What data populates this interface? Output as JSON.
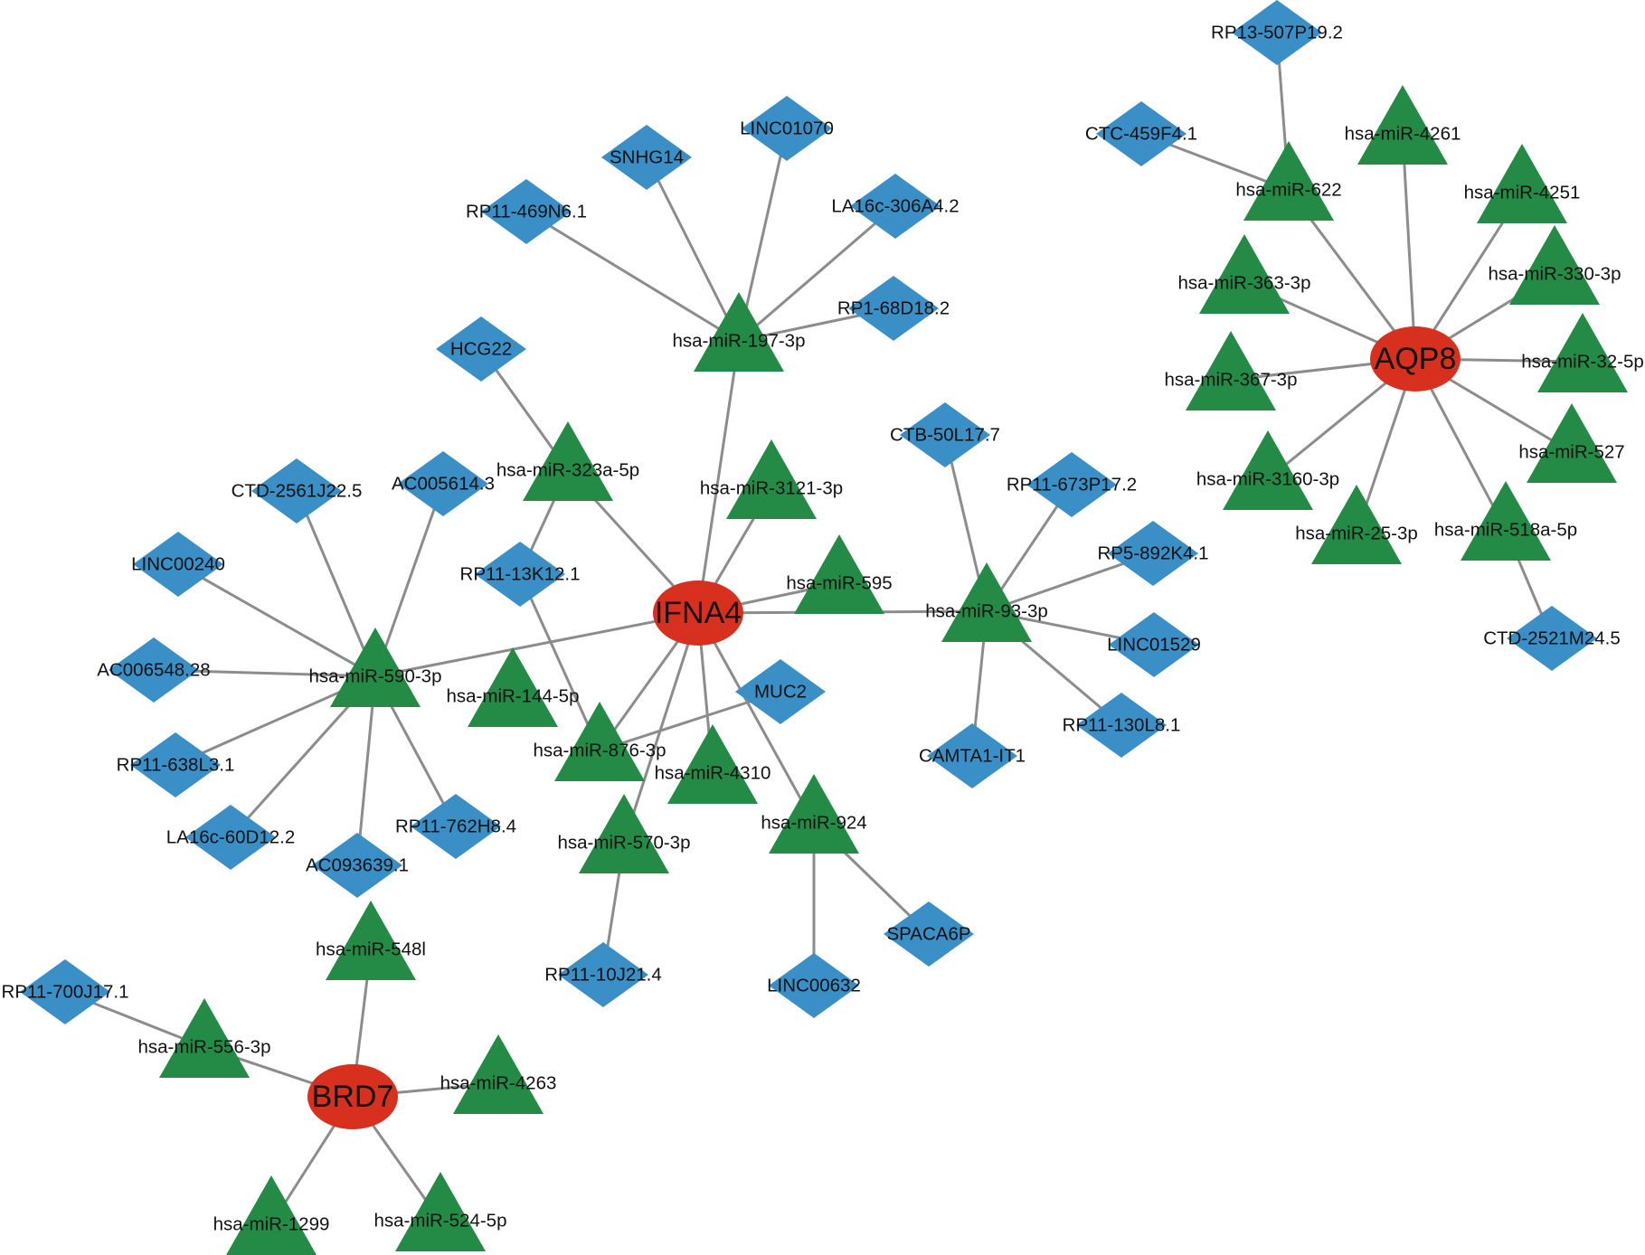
{
  "colors": {
    "mrna": "#d7301f",
    "mirna": "#238b45",
    "lncrna": "#3a8fc7",
    "edge": "#8c8c8c"
  },
  "nodes": [
    {
      "id": "IFNA4",
      "label": "IFNA4",
      "kind": "mrna"
    },
    {
      "id": "AQP8",
      "label": "AQP8",
      "kind": "mrna"
    },
    {
      "id": "BRD7",
      "label": "BRD7",
      "kind": "mrna"
    },
    {
      "id": "m197",
      "label": "hsa-miR-197-3p",
      "kind": "mirna"
    },
    {
      "id": "m323a",
      "label": "hsa-miR-323a-5p",
      "kind": "mirna"
    },
    {
      "id": "m3121",
      "label": "hsa-miR-3121-3p",
      "kind": "mirna"
    },
    {
      "id": "m595",
      "label": "hsa-miR-595",
      "kind": "mirna"
    },
    {
      "id": "m93",
      "label": "hsa-miR-93-3p",
      "kind": "mirna"
    },
    {
      "id": "m590",
      "label": "hsa-miR-590-3p",
      "kind": "mirna"
    },
    {
      "id": "m144",
      "label": "hsa-miR-144-5p",
      "kind": "mirna"
    },
    {
      "id": "m876",
      "label": "hsa-miR-876-3p",
      "kind": "mirna"
    },
    {
      "id": "m4310",
      "label": "hsa-miR-4310",
      "kind": "mirna"
    },
    {
      "id": "m570",
      "label": "hsa-miR-570-3p",
      "kind": "mirna"
    },
    {
      "id": "m924",
      "label": "hsa-miR-924",
      "kind": "mirna"
    },
    {
      "id": "m622",
      "label": "hsa-miR-622",
      "kind": "mirna"
    },
    {
      "id": "m4261",
      "label": "hsa-miR-4261",
      "kind": "mirna"
    },
    {
      "id": "m4251",
      "label": "hsa-miR-4251",
      "kind": "mirna"
    },
    {
      "id": "m363",
      "label": "hsa-miR-363-3p",
      "kind": "mirna"
    },
    {
      "id": "m330",
      "label": "hsa-miR-330-3p",
      "kind": "mirna"
    },
    {
      "id": "m367",
      "label": "hsa-miR-367-3p",
      "kind": "mirna"
    },
    {
      "id": "m32",
      "label": "hsa-miR-32-5p",
      "kind": "mirna"
    },
    {
      "id": "m527",
      "label": "hsa-miR-527",
      "kind": "mirna"
    },
    {
      "id": "m3160",
      "label": "hsa-miR-3160-3p",
      "kind": "mirna"
    },
    {
      "id": "m25",
      "label": "hsa-miR-25-3p",
      "kind": "mirna"
    },
    {
      "id": "m518a",
      "label": "hsa-miR-518a-5p",
      "kind": "mirna"
    },
    {
      "id": "m548l",
      "label": "hsa-miR-548l",
      "kind": "mirna"
    },
    {
      "id": "m556",
      "label": "hsa-miR-556-3p",
      "kind": "mirna"
    },
    {
      "id": "m4263",
      "label": "hsa-miR-4263",
      "kind": "mirna"
    },
    {
      "id": "m1299",
      "label": "hsa-miR-1299",
      "kind": "mirna"
    },
    {
      "id": "m524",
      "label": "hsa-miR-524-5p",
      "kind": "mirna"
    },
    {
      "id": "L_RP13",
      "label": "RP13-507P19.2",
      "kind": "lncrna"
    },
    {
      "id": "L_CTC",
      "label": "CTC-459F4.1",
      "kind": "lncrna"
    },
    {
      "id": "L_SNHG14",
      "label": "SNHG14",
      "kind": "lncrna"
    },
    {
      "id": "L_LINC01070",
      "label": "LINC01070",
      "kind": "lncrna"
    },
    {
      "id": "L_RP11_469",
      "label": "RP11-469N6.1",
      "kind": "lncrna"
    },
    {
      "id": "L_LA16c_306",
      "label": "LA16c-306A4.2",
      "kind": "lncrna"
    },
    {
      "id": "L_RP1_68",
      "label": "RP1-68D18.2",
      "kind": "lncrna"
    },
    {
      "id": "L_HCG22",
      "label": "HCG22",
      "kind": "lncrna"
    },
    {
      "id": "L_CTB",
      "label": "CTB-50L17.7",
      "kind": "lncrna"
    },
    {
      "id": "L_CTD_2561",
      "label": "CTD-2561J22.5",
      "kind": "lncrna"
    },
    {
      "id": "L_AC005614",
      "label": "AC005614.3",
      "kind": "lncrna"
    },
    {
      "id": "L_RP11_673",
      "label": "RP11-673P17.2",
      "kind": "lncrna"
    },
    {
      "id": "L_LINC00240",
      "label": "LINC00240",
      "kind": "lncrna"
    },
    {
      "id": "L_RP11_13K",
      "label": "RP11-13K12.1",
      "kind": "lncrna"
    },
    {
      "id": "L_RP5",
      "label": "RP5-892K4.1",
      "kind": "lncrna"
    },
    {
      "id": "L_AC006548",
      "label": "AC006548.28",
      "kind": "lncrna"
    },
    {
      "id": "L_LINC01529",
      "label": "LINC01529",
      "kind": "lncrna"
    },
    {
      "id": "L_MUC2",
      "label": "MUC2",
      "kind": "lncrna"
    },
    {
      "id": "L_RP11_638",
      "label": "RP11-638L3.1",
      "kind": "lncrna"
    },
    {
      "id": "L_RP11_130",
      "label": "RP11-130L8.1",
      "kind": "lncrna"
    },
    {
      "id": "L_CAMTA1",
      "label": "CAMTA1-IT1",
      "kind": "lncrna"
    },
    {
      "id": "L_LA16c_60",
      "label": "LA16c-60D12.2",
      "kind": "lncrna"
    },
    {
      "id": "L_RP11_762",
      "label": "RP11-762H8.4",
      "kind": "lncrna"
    },
    {
      "id": "L_AC093639",
      "label": "AC093639.1",
      "kind": "lncrna"
    },
    {
      "id": "L_SPACA6P",
      "label": "SPACA6P",
      "kind": "lncrna"
    },
    {
      "id": "L_RP11_10J",
      "label": "RP11-10J21.4",
      "kind": "lncrna"
    },
    {
      "id": "L_LINC00632",
      "label": "LINC00632",
      "kind": "lncrna"
    },
    {
      "id": "L_RP11_700",
      "label": "RP11-700J17.1",
      "kind": "lncrna"
    },
    {
      "id": "L_CTD_2521",
      "label": "CTD-2521M24.5",
      "kind": "lncrna"
    }
  ],
  "edges": [
    [
      "IFNA4",
      "m197"
    ],
    [
      "IFNA4",
      "m323a"
    ],
    [
      "IFNA4",
      "m3121"
    ],
    [
      "IFNA4",
      "m595"
    ],
    [
      "IFNA4",
      "m93"
    ],
    [
      "IFNA4",
      "m590"
    ],
    [
      "IFNA4",
      "m876"
    ],
    [
      "IFNA4",
      "m4310"
    ],
    [
      "IFNA4",
      "m570"
    ],
    [
      "IFNA4",
      "m924"
    ],
    [
      "m197",
      "L_SNHG14"
    ],
    [
      "m197",
      "L_LINC01070"
    ],
    [
      "m197",
      "L_RP11_469"
    ],
    [
      "m197",
      "L_LA16c_306"
    ],
    [
      "m197",
      "L_RP1_68"
    ],
    [
      "m323a",
      "L_HCG22"
    ],
    [
      "m323a",
      "L_RP11_13K"
    ],
    [
      "m93",
      "L_CTB"
    ],
    [
      "m93",
      "L_RP11_673"
    ],
    [
      "m93",
      "L_RP5"
    ],
    [
      "m93",
      "L_LINC01529"
    ],
    [
      "m93",
      "L_RP11_130"
    ],
    [
      "m93",
      "L_CAMTA1"
    ],
    [
      "m590",
      "L_CTD_2561"
    ],
    [
      "m590",
      "L_AC005614"
    ],
    [
      "m590",
      "L_LINC00240"
    ],
    [
      "m590",
      "L_AC006548"
    ],
    [
      "m590",
      "L_RP11_638"
    ],
    [
      "m590",
      "L_LA16c_60"
    ],
    [
      "m590",
      "L_AC093639"
    ],
    [
      "m590",
      "L_RP11_762"
    ],
    [
      "m876",
      "L_RP11_13K"
    ],
    [
      "m876",
      "L_MUC2"
    ],
    [
      "m570",
      "L_RP11_10J"
    ],
    [
      "m924",
      "L_SPACA6P"
    ],
    [
      "m924",
      "L_LINC00632"
    ],
    [
      "AQP8",
      "m622"
    ],
    [
      "AQP8",
      "m4261"
    ],
    [
      "AQP8",
      "m4251"
    ],
    [
      "AQP8",
      "m363"
    ],
    [
      "AQP8",
      "m330"
    ],
    [
      "AQP8",
      "m367"
    ],
    [
      "AQP8",
      "m32"
    ],
    [
      "AQP8",
      "m527"
    ],
    [
      "AQP8",
      "m3160"
    ],
    [
      "AQP8",
      "m25"
    ],
    [
      "AQP8",
      "m518a"
    ],
    [
      "m622",
      "L_RP13"
    ],
    [
      "m622",
      "L_CTC"
    ],
    [
      "m518a",
      "L_CTD_2521"
    ],
    [
      "BRD7",
      "m548l"
    ],
    [
      "BRD7",
      "m556"
    ],
    [
      "BRD7",
      "m4263"
    ],
    [
      "BRD7",
      "m1299"
    ],
    [
      "BRD7",
      "m524"
    ],
    [
      "m556",
      "L_RP11_700"
    ]
  ]
}
